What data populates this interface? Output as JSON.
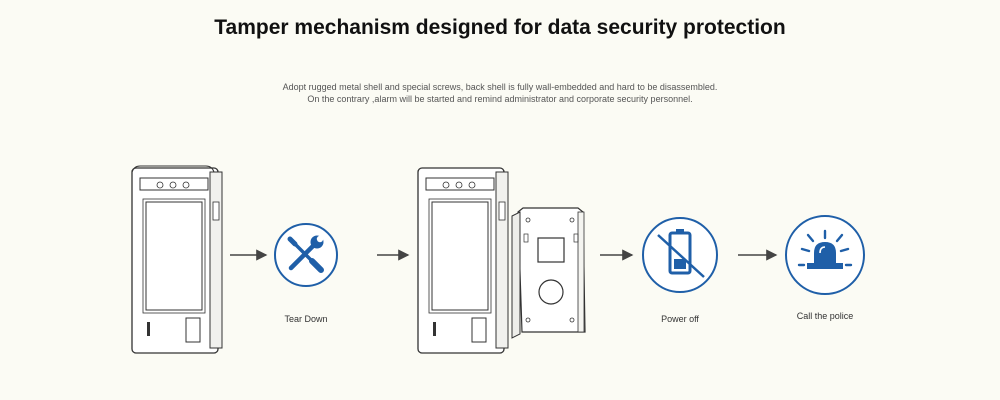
{
  "title": "Tamper mechanism designed for data security protection",
  "description": {
    "line1": "Adopt rugged metal shell and special screws, back shell is fully wall-embedded and hard to be disassembled.",
    "line2": "On the contrary ,alarm will be started and remind administrator and corporate security personnel."
  },
  "steps": [
    {
      "label": "Tear Down",
      "icon": "wrench-screwdriver-icon"
    },
    {
      "label": "Power off",
      "icon": "battery-crossed-icon"
    },
    {
      "label": "Call the police",
      "icon": "alarm-siren-icon"
    }
  ],
  "colors": {
    "accent": "#1f5fa8",
    "line": "#444444"
  }
}
